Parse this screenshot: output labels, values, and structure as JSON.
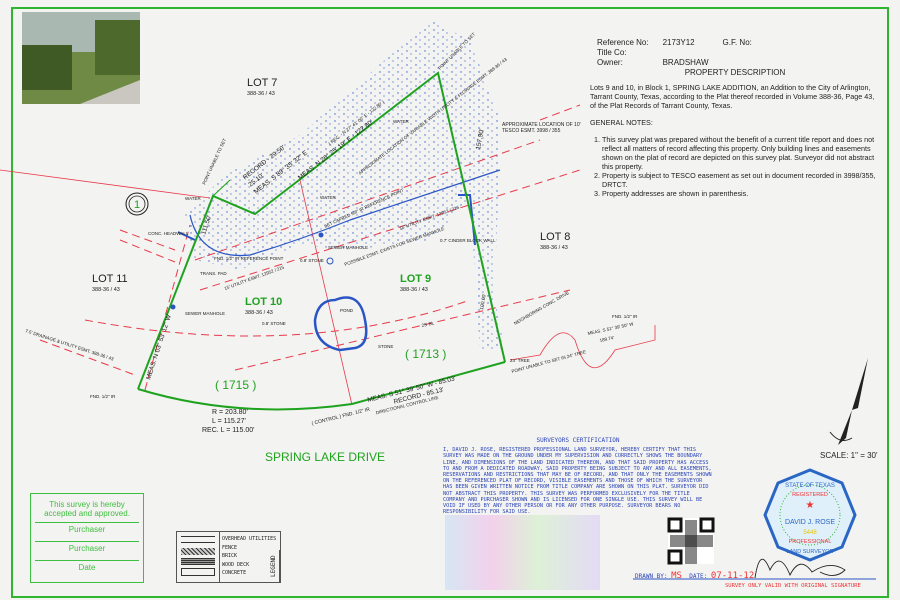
{
  "header": {
    "reference_label": "Reference No:",
    "reference_value": "2173Y12",
    "gf_label": "G.F. No:",
    "title_co_label": "Title Co:",
    "owner_label": "Owner:",
    "owner_value": "BRADSHAW"
  },
  "description": {
    "title": "PROPERTY DESCRIPTION",
    "text": "Lots 9 and 10, in Block 1, SPRING LAKE ADDITION, an Addition to the City of Arlington, Tarrant County, Texas, according to the Plat thereof recorded in Volume 388-36, Page 43, of the Plat Records of Tarrant County, Texas.",
    "notes_title": "GENERAL NOTES:",
    "notes": [
      "This survey plat was prepared without the benefit of a current title report and does not reflect all matters of record affecting this property. Only building lines and easements shown on the plat of record are depicted on this survey plat. Surveyor did not abstract this property.",
      "Property is subject to TESCO easement as set out in document recorded in 3998/355, DRTCT.",
      "Property addresses are shown in parenthesis."
    ]
  },
  "plat": {
    "lot7": "LOT 7",
    "lot8": "LOT 8",
    "lot9": "LOT 9",
    "lot10": "LOT 10",
    "lot11": "LOT 11",
    "lot_ref": "388-36 / 43",
    "addr_1715": "( 1715 )",
    "addr_1713": "( 1713 )",
    "street": "SPRING LAKE DRIVE",
    "block": "1",
    "curve_r": "R = 203.80'",
    "curve_l": "L = 115.27'",
    "curve_rec": "REC. L = 115.00'",
    "south_meas": "MEAS. S 51° 39' 50\" W - 85.03'",
    "south_record": "RECORD - 85.13'",
    "directional": "DIRECTIONAL CONTROL LINE",
    "control": "( CONTROL ) FND. 1/2\" IR",
    "north_record": "RECORD - 29.50'",
    "north_meas": "MEAS. S 89° 35' 32\" E",
    "north_dist": "25.10'",
    "ne_meas": "MEAS. N 26° 25' 19\" E - 122.80'",
    "ne_rec": "( REC. - N 27° 41' 00\" E - 122.80' )",
    "east_dist": "157.90'",
    "west_dist": "111.50'",
    "west_meas": "MEAS. N 03° 53' 12\" W",
    "water": "WATER",
    "headwall": "CONC. HEADWALL",
    "fnd_ref": "FND. 1/2\" IR REFERENCE POINT",
    "trans_pad": "TRANS. PAD",
    "sewer": "SEWER MANHOLE",
    "fnd_half": "FND. 1/2\" IR",
    "drainage": "7.5' DRAINAGE & UTILITY ESMT. 388-36 / 43",
    "util_esmt": "15' UTILITY ESMT. 12952 / 215",
    "util_esmt2": "15' UTILITY ESMT. 12952 / 216",
    "set_capped": "SET CAPPED 5/8\" IR REFERENCE POINT",
    "possible": "POSSIBLE ESMT. EXISTS FOR SEWER MANHOLE",
    "pond": "POND",
    "stone": "STONE",
    "stone08": "0.8' STONE",
    "bl": "25' BL",
    "cinder": "0.7' CINDER BLOCK WALL",
    "neighboring": "NEIGHBORING CONC. DRIVE",
    "tree": "24\" TREE",
    "unable_tree": "POINT UNABLE TO SET IN 24\" TREE",
    "unable": "POINT UNABLE TO SET",
    "tesco": "APPROXIMATE LOCATION OF 10' TESCO ESMT. 3998 / 355",
    "flowage": "APPROXIMATE LOCATION OF VARIABLE WIDTH UTILITY & FLOWAGE ESMT. 388-36 / 43",
    "se_meas": "MEAS. S 51° 39' 50\" W",
    "se_dist": "189.74'",
    "east_100": "100.00'",
    "scale": "SCALE: 1\" = 30'"
  },
  "certification": {
    "title": "SURVEYORS CERTIFICATION",
    "text": "I, David J. Rose, registered professional land surveyor, hereby certify that this survey was made on the ground under my supervision and correctly shows the boundary line, and dimensions of the land indicated thereon, and that said property has access to and from a dedicated roadway, said property being subject to any and all easements, reservations and restrictions that may be of record, and that only the easements shown on the referenced plat of record, visible easements and those of which the surveyor has been given written notice from title company are shown on this plat. Surveyor did not abstract this property. This survey was performed exclusively for the title company and purchaser shown and is licensed for one single use. This survey will be void if used by any other person or for any other purpose. Surveyor bears no responsibility for said use."
  },
  "acceptance": {
    "heading": "This survey is hereby accepted and approved.",
    "line1": "Purchaser",
    "line2": "Purchaser",
    "line3": "Date"
  },
  "legend": {
    "title": "LEGEND",
    "items": [
      "OVERHEAD UTILITIES",
      "FENCE",
      "BRICK",
      "WOOD DECK",
      "CONCRETE"
    ]
  },
  "footer": {
    "drawn_label": "DRAWN BY:",
    "drawn_value": "MS",
    "date_label": "DATE:",
    "date_value": "07-11-12",
    "valid_note": "SURVEY ONLY VALID WITH ORIGINAL SIGNATURE"
  },
  "seal": {
    "top": "STATE OF TEXAS",
    "registered": "REGISTERED",
    "name": "DAVID J. ROSE",
    "number": "5448",
    "professional": "PROFESSIONAL",
    "bottom": "LAND SURVEYOR"
  },
  "colors": {
    "boundary": "#1fa31f",
    "easement": "#e8394a",
    "water": "#2a55c4",
    "text": "#222222"
  }
}
